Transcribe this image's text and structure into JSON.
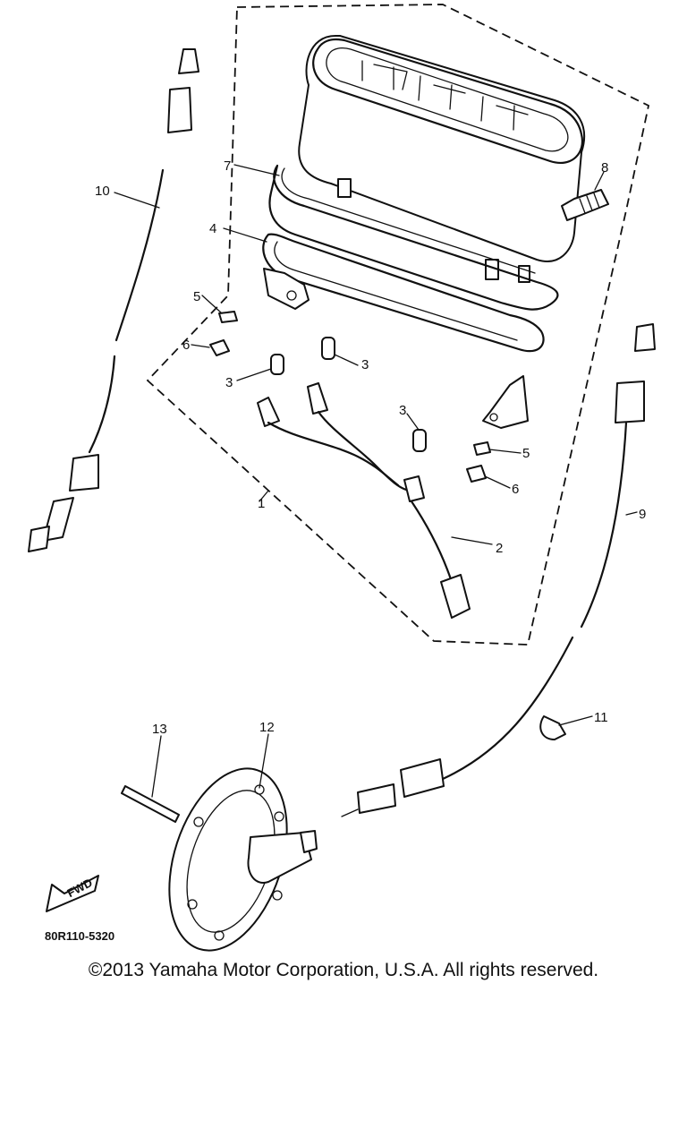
{
  "callouts": [
    {
      "id": "1",
      "text": "1"
    },
    {
      "id": "2",
      "text": "2"
    },
    {
      "id": "3a",
      "text": "3"
    },
    {
      "id": "3b",
      "text": "3"
    },
    {
      "id": "3c",
      "text": "3"
    },
    {
      "id": "4",
      "text": "4"
    },
    {
      "id": "5a",
      "text": "5"
    },
    {
      "id": "5b",
      "text": "5"
    },
    {
      "id": "6a",
      "text": "6"
    },
    {
      "id": "6b",
      "text": "6"
    },
    {
      "id": "7",
      "text": "7"
    },
    {
      "id": "8",
      "text": "8"
    },
    {
      "id": "9",
      "text": "9"
    },
    {
      "id": "10",
      "text": "10"
    },
    {
      "id": "11",
      "text": "11"
    },
    {
      "id": "12",
      "text": "12"
    },
    {
      "id": "13",
      "text": "13"
    }
  ],
  "direction_arrow": {
    "text": "FWD"
  },
  "diagram_code": "80R110-5320",
  "copyright": "©2013 Yamaha Motor Corporation, U.S.A. All rights reserved.",
  "colors": {
    "line": "#111111",
    "background": "#ffffff"
  }
}
